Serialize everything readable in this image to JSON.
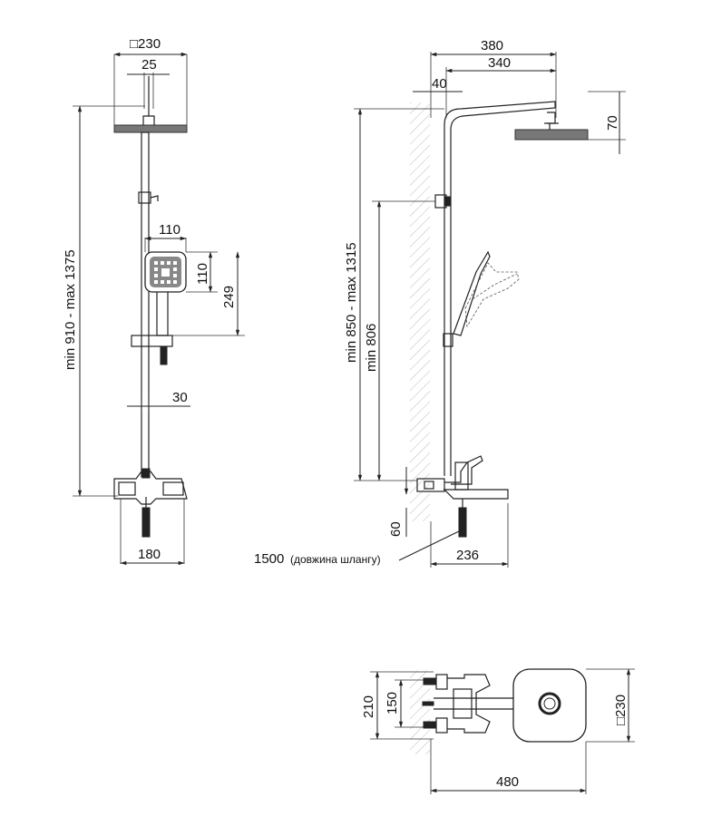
{
  "dimensions": {
    "front": {
      "head_size": "□230",
      "arm_width": "25",
      "handset_width": "110",
      "handset_height": "110",
      "handset_from_holder": "249",
      "rail_spacing": "30",
      "total_height": "min 910 - max 1375",
      "mixer_width": "180"
    },
    "side": {
      "overall_reach": "380",
      "head_reach": "340",
      "wall_offset": "40",
      "head_height": "70",
      "bracket_height": "min 850 - max 1315",
      "holder_height": "min 806",
      "inlet_height": "60",
      "spout_length": "236",
      "hose_length": "1500",
      "hose_note": "(довжина шлангу)"
    },
    "plan": {
      "outer_width": "210",
      "inlet_spacing": "150",
      "total_depth": "480",
      "head_size": "□230"
    }
  }
}
